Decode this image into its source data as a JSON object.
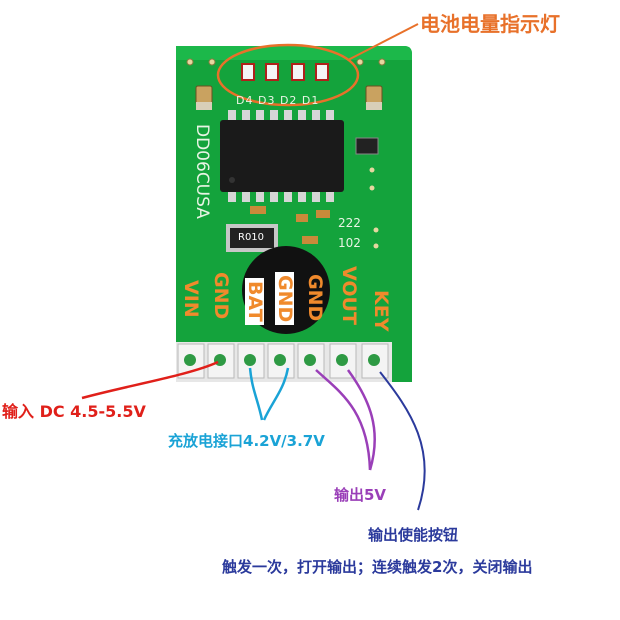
{
  "annotations": {
    "battery_led_title": "电池电量指示灯",
    "input_label": "输入 DC 4.5-5.5V",
    "charge_label": "充放电接口4.2V/3.7V",
    "output_label": "输出5V",
    "enable_label": "输出使能按钮",
    "note_label": "触发一次，打开输出；连续触发2次，关闭输出"
  },
  "board": {
    "model": "DD06CUSA",
    "resistor_mark": "R010",
    "cap1": "222",
    "cap2": "102",
    "leds": [
      "D4",
      "D3",
      "D2",
      "D1"
    ],
    "pins": [
      "VIN",
      "GND",
      "BAT",
      "GND",
      "GND",
      "VOUT",
      "KEY"
    ]
  },
  "colors": {
    "pcb": "#12a83c",
    "title": "#e8712a",
    "input": "#e0201a",
    "charge": "#1aa3d6",
    "output": "#9a3fb8",
    "enable": "#2b3a9c"
  }
}
